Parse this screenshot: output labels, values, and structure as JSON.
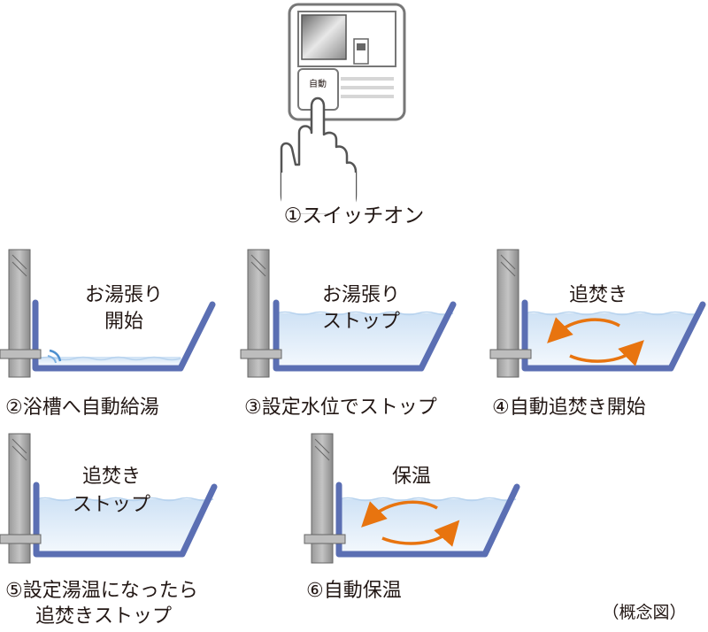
{
  "panel": {
    "button_label": "自動"
  },
  "step1": {
    "caption": "①スイッチオン"
  },
  "step2": {
    "caption": "②浴槽へ自動給湯",
    "label_line1": "お湯張り",
    "label_line2": "開始"
  },
  "step3": {
    "caption": "③設定水位でストップ",
    "label_line1": "お湯張り",
    "label_line2": "ストップ"
  },
  "step4": {
    "caption": "④自動追焚き開始",
    "label_line1": "追焚き"
  },
  "step5": {
    "caption_line1": "⑤設定湯温になったら",
    "caption_line2": "追焚きストップ",
    "label_line1": "追焚き",
    "label_line2": "ストップ"
  },
  "step6": {
    "caption": "⑥自動保温",
    "label_line1": "保温"
  },
  "note": "（概念図）",
  "colors": {
    "tub_outline": "#5b6fb3",
    "water_top": "#d2e4f6",
    "water_bottom": "#f4f9fe",
    "arrow": "#e8740f",
    "pillar": "#8c8c8c"
  }
}
